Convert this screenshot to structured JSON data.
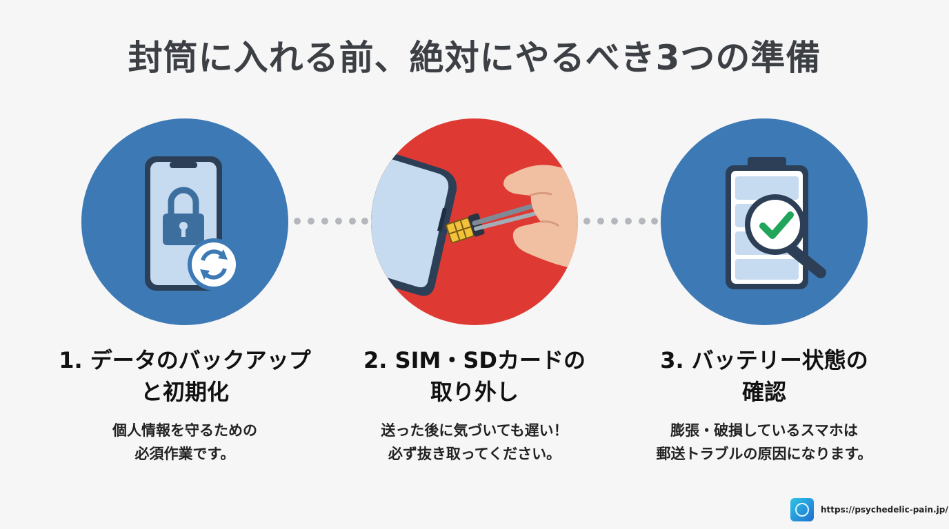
{
  "title": "封筒に入れる前、絶対にやるべき3つの準備",
  "colors": {
    "blue": "#3d79b4",
    "red": "#de3a33",
    "title": "#3c3f44",
    "dots": "#b4b7bb"
  },
  "steps": [
    {
      "icon": "phone-lock-sync-icon",
      "title_lines": [
        "1. データのバックアップ",
        "と初期化"
      ],
      "desc_lines": [
        "個人情報を守るための",
        "必須作業です。"
      ]
    },
    {
      "icon": "sim-tweezers-icon",
      "title_lines": [
        "2. SIM・SDカードの",
        "取り外し"
      ],
      "desc_lines": [
        "送った後に気づいても遅い！",
        "必ず抜き取ってください。"
      ]
    },
    {
      "icon": "battery-magnifier-check-icon",
      "title_lines": [
        "3. バッテリー状態の",
        "確認"
      ],
      "desc_lines": [
        "膨張・破損しているスマホは",
        "郵送トラブルの原因になります。"
      ]
    }
  ],
  "footer": {
    "url": "https://psychedelic-pain.jp/"
  }
}
